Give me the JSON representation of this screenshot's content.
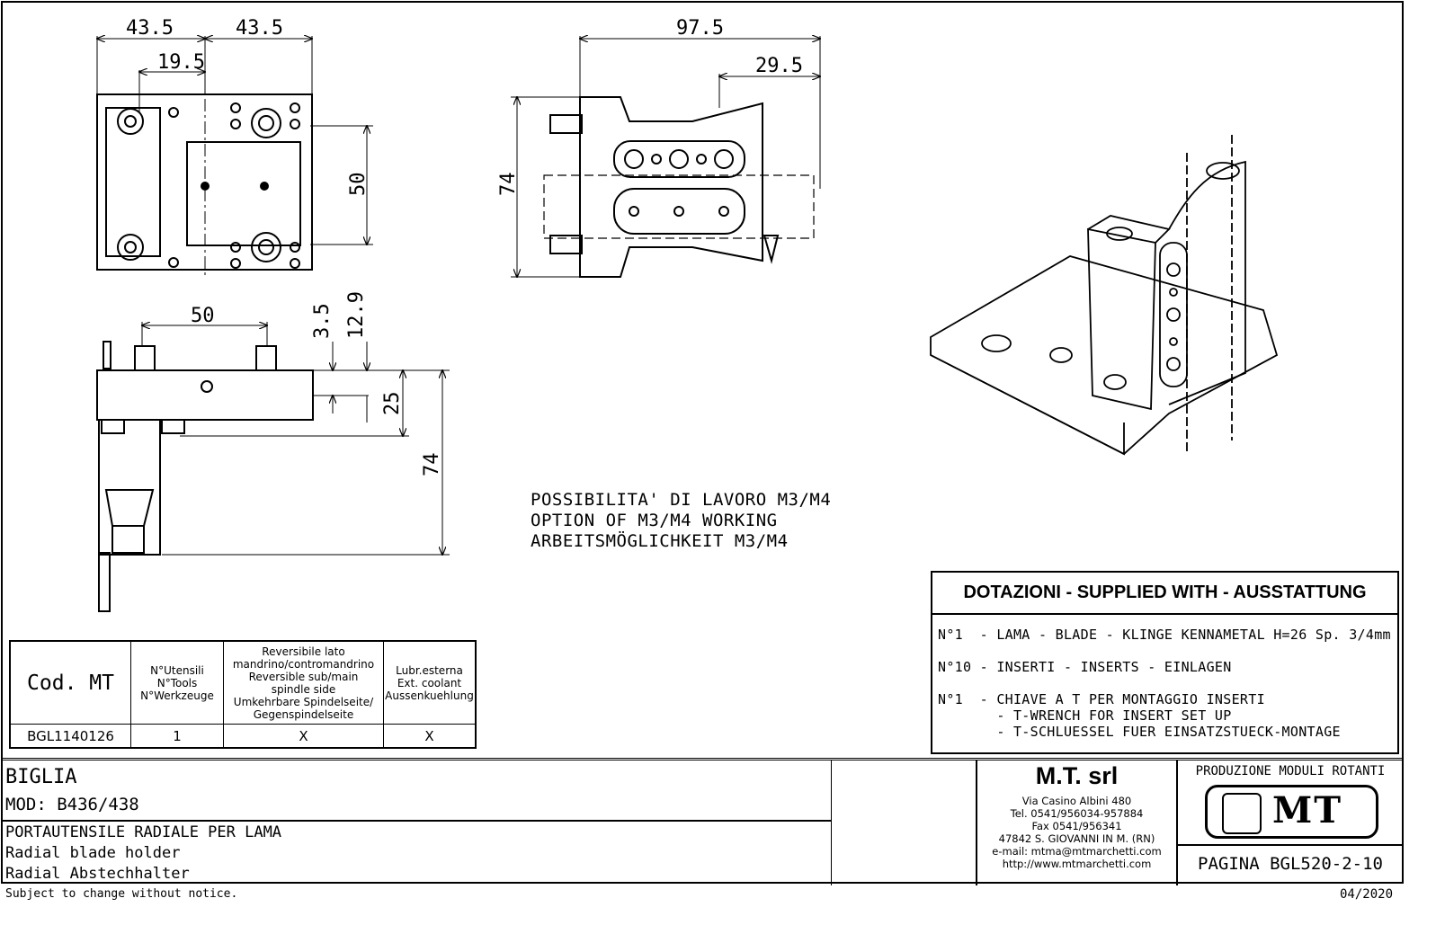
{
  "dimensions": {
    "top_view": {
      "w1": "43.5",
      "w2": "43.5",
      "offset": "19.5",
      "height": "50"
    },
    "side_view": {
      "spacing": "50",
      "d1": "3.5",
      "d2": "12.9",
      "d3": "25",
      "d4": "74"
    },
    "front_view": {
      "width": "97.5",
      "offset": "29.5",
      "height": "74"
    }
  },
  "notes": [
    "POSSIBILITA' DI LAVORO M3/M4",
    "OPTION OF M3/M4 WORKING",
    "ARBEITSMÖGLICHKEIT M3/M4"
  ],
  "spec_table": {
    "headers": [
      "Cod. MT",
      "N°Utensili\nN°Tools\nN°Werkzeuge",
      "Reversibile lato\nmandrino/contromandrino\nReversible sub/main\nspindle side\nUmkehrbare Spindelseite/\nGegenspindelseite",
      "Lubr.esterna\nExt. coolant\nAussenkuehlung"
    ],
    "row": [
      "BGL1140126",
      "1",
      "X",
      "X"
    ]
  },
  "supplied": {
    "title": "DOTAZIONI - SUPPLIED WITH - AUSSTATTUNG",
    "items": [
      "N°1  - LAMA - BLADE - KLINGE KENNAMETAL H=26 Sp. 3/4mm",
      "N°10 - INSERTI - INSERTS - EINLAGEN",
      "N°1  - CHIAVE A T PER MONTAGGIO INSERTI",
      "       - T-WRENCH FOR INSERT SET UP",
      "       - T-SCHLUESSEL FUER EINSATZSTUECK-MONTAGE"
    ]
  },
  "title_block": {
    "brand": "BIGLIA",
    "model": "MOD: B436/438",
    "desc_it": "PORTAUTENSILE RADIALE PER LAMA",
    "desc_en": "Radial blade holder",
    "desc_de": "Radial Abstechhalter",
    "company": "M.T. srl",
    "address": [
      "Via Casino Albini 480",
      "Tel. 0541/956034-957884",
      "Fax 0541/956341",
      "47842 S. GIOVANNI IN M. (RN)",
      "e-mail: mtma@mtmarchetti.com",
      "http://www.mtmarchetti.com"
    ],
    "production": "PRODUZIONE MODULI ROTANTI",
    "logo_text": "MT",
    "page": "PAGINA BGL520-2-10"
  },
  "footer": {
    "disclaimer": "Subject to change without notice.",
    "date": "04/2020"
  }
}
